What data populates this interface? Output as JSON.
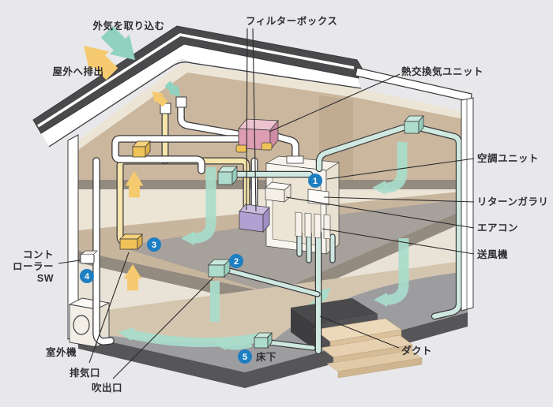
{
  "diagram": {
    "type": "house-hvac-ventilation-cutaway",
    "labels": {
      "intake": "外気を取り込む",
      "exhaust_out": "屋外へ排出",
      "filter_box": "フィルターボックス",
      "heat_exchanger": "熱交換気ユニット",
      "ac_unit": "空調ユニット",
      "return_grille": "リターンガラリ",
      "air_conditioner": "エアコン",
      "blower": "送風機",
      "controller_line1": "コント",
      "controller_line2": "ローラー",
      "controller_line3": "SW",
      "outdoor_unit": "室外機",
      "exhaust_port": "排気口",
      "outlet": "吹出口",
      "duct": "ダクト",
      "underfloor": "床下"
    },
    "markers": {
      "m1": "1",
      "m2": "2",
      "m3": "3",
      "m4": "4",
      "m5": "5"
    },
    "colors": {
      "background": "#e8e8ea",
      "roof": "#4a4a4c",
      "foundation": "#565659",
      "floor_tan": "#c8b59d",
      "floor_light": "#d4c5af",
      "underfloor_gray": "#9d9d9f",
      "wall_cream": "#ece5d6",
      "supply_air_teal": "#a8dccb",
      "exhaust_yellow": "#f6ca6e",
      "pipe_teal": "#cfe9e1",
      "pipe_yellow": "#f6e5ab",
      "pipe_white": "#ffffff",
      "filter_pink": "#dd9db2",
      "filter_purple": "#b1a0d2",
      "marker_blue": "#1e7ec2",
      "text": "#2f2f31"
    }
  }
}
